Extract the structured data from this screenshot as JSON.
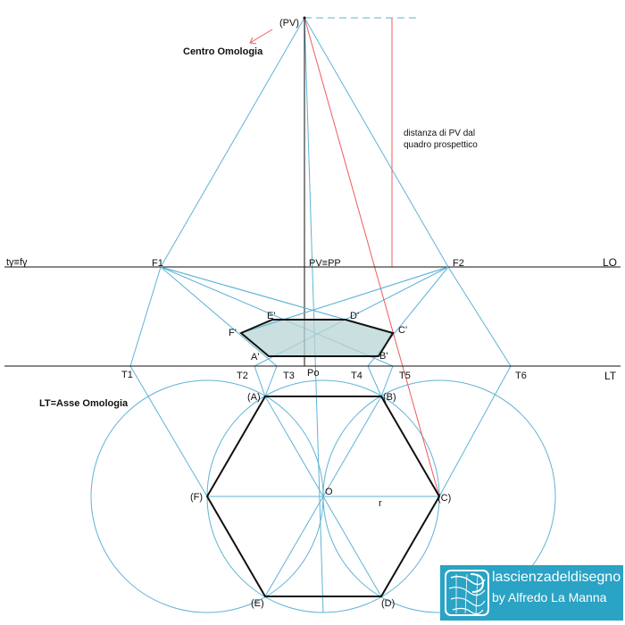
{
  "labels": {
    "pv": "(PV)",
    "centro": "Centro Omologia",
    "distanza_line1": "distanza di PV dal",
    "distanza_line2": "quadro prospettico",
    "tf": "tγ≡fγ",
    "f1": "F1",
    "pvpp": "PV≡PP",
    "f2": "F2",
    "lo": "LO",
    "e_p": "E'",
    "d_p": "D'",
    "f_p": "F'",
    "c_p": "C'",
    "a_p": "A'",
    "b_p": "B'",
    "t1": "T1",
    "t2": "T2",
    "t3": "T3",
    "po": "Po",
    "t4": "T4",
    "t5": "T5",
    "t6": "T6",
    "lt": "LT",
    "asse": "LT=Asse Omologia",
    "a": "(A)",
    "b": "(B)",
    "f": "(F)",
    "o": "O",
    "r": "r",
    "c": "(C)",
    "e": "(E)",
    "d": "(D)"
  },
  "logo": {
    "title": "lascienzadeldisegno",
    "subtitle": "by Alfredo La Manna"
  },
  "colors": {
    "construction": "#5fb3d6",
    "red": "#f05a5a",
    "outline": "#111111",
    "fill": "#b8d4d4",
    "logo_bg": "#2aa3c4"
  }
}
